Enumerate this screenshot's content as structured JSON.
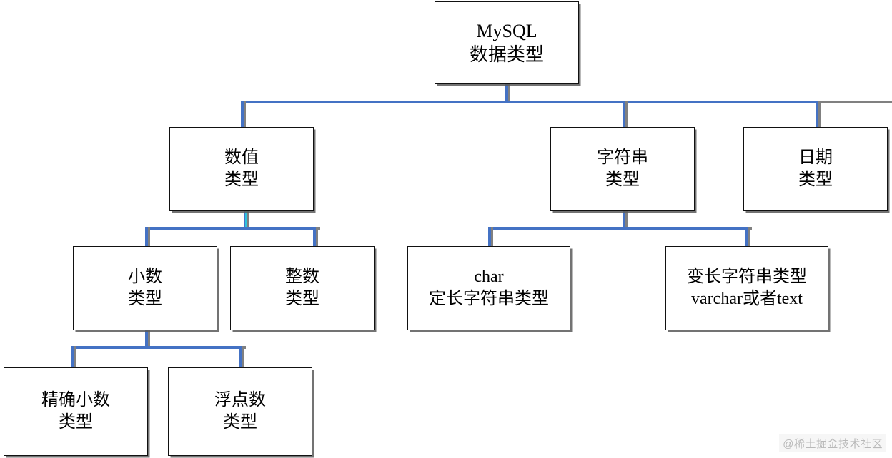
{
  "diagram": {
    "title": "MySQL 数据类型",
    "accent_color": "#4472C4",
    "highlight_color": "#2FC2DE",
    "shadow_color": "#808080",
    "border_color": "#111111",
    "background_color": "#FFFFFF"
  },
  "nodes": {
    "root": {
      "line1": "MySQL",
      "line2": "数据类型"
    },
    "numeric": {
      "line1": "数值",
      "line2": "类型"
    },
    "string": {
      "line1": "字符串",
      "line2": "类型"
    },
    "date": {
      "line1": "日期",
      "line2": "类型"
    },
    "decimal": {
      "line1": "小数",
      "line2": "类型"
    },
    "integer": {
      "line1": "整数",
      "line2": "类型"
    },
    "char": {
      "line1": "char",
      "line2": "定长字符串类型"
    },
    "varchar": {
      "line1": "变长字符串类型",
      "line2": "varchar或者text"
    },
    "exact_decimal": {
      "line1": "精确小数",
      "line2": "类型"
    },
    "float": {
      "line1": "浮点数",
      "line2": "类型"
    }
  },
  "watermark": {
    "text": "@稀土掘金技术社区"
  }
}
